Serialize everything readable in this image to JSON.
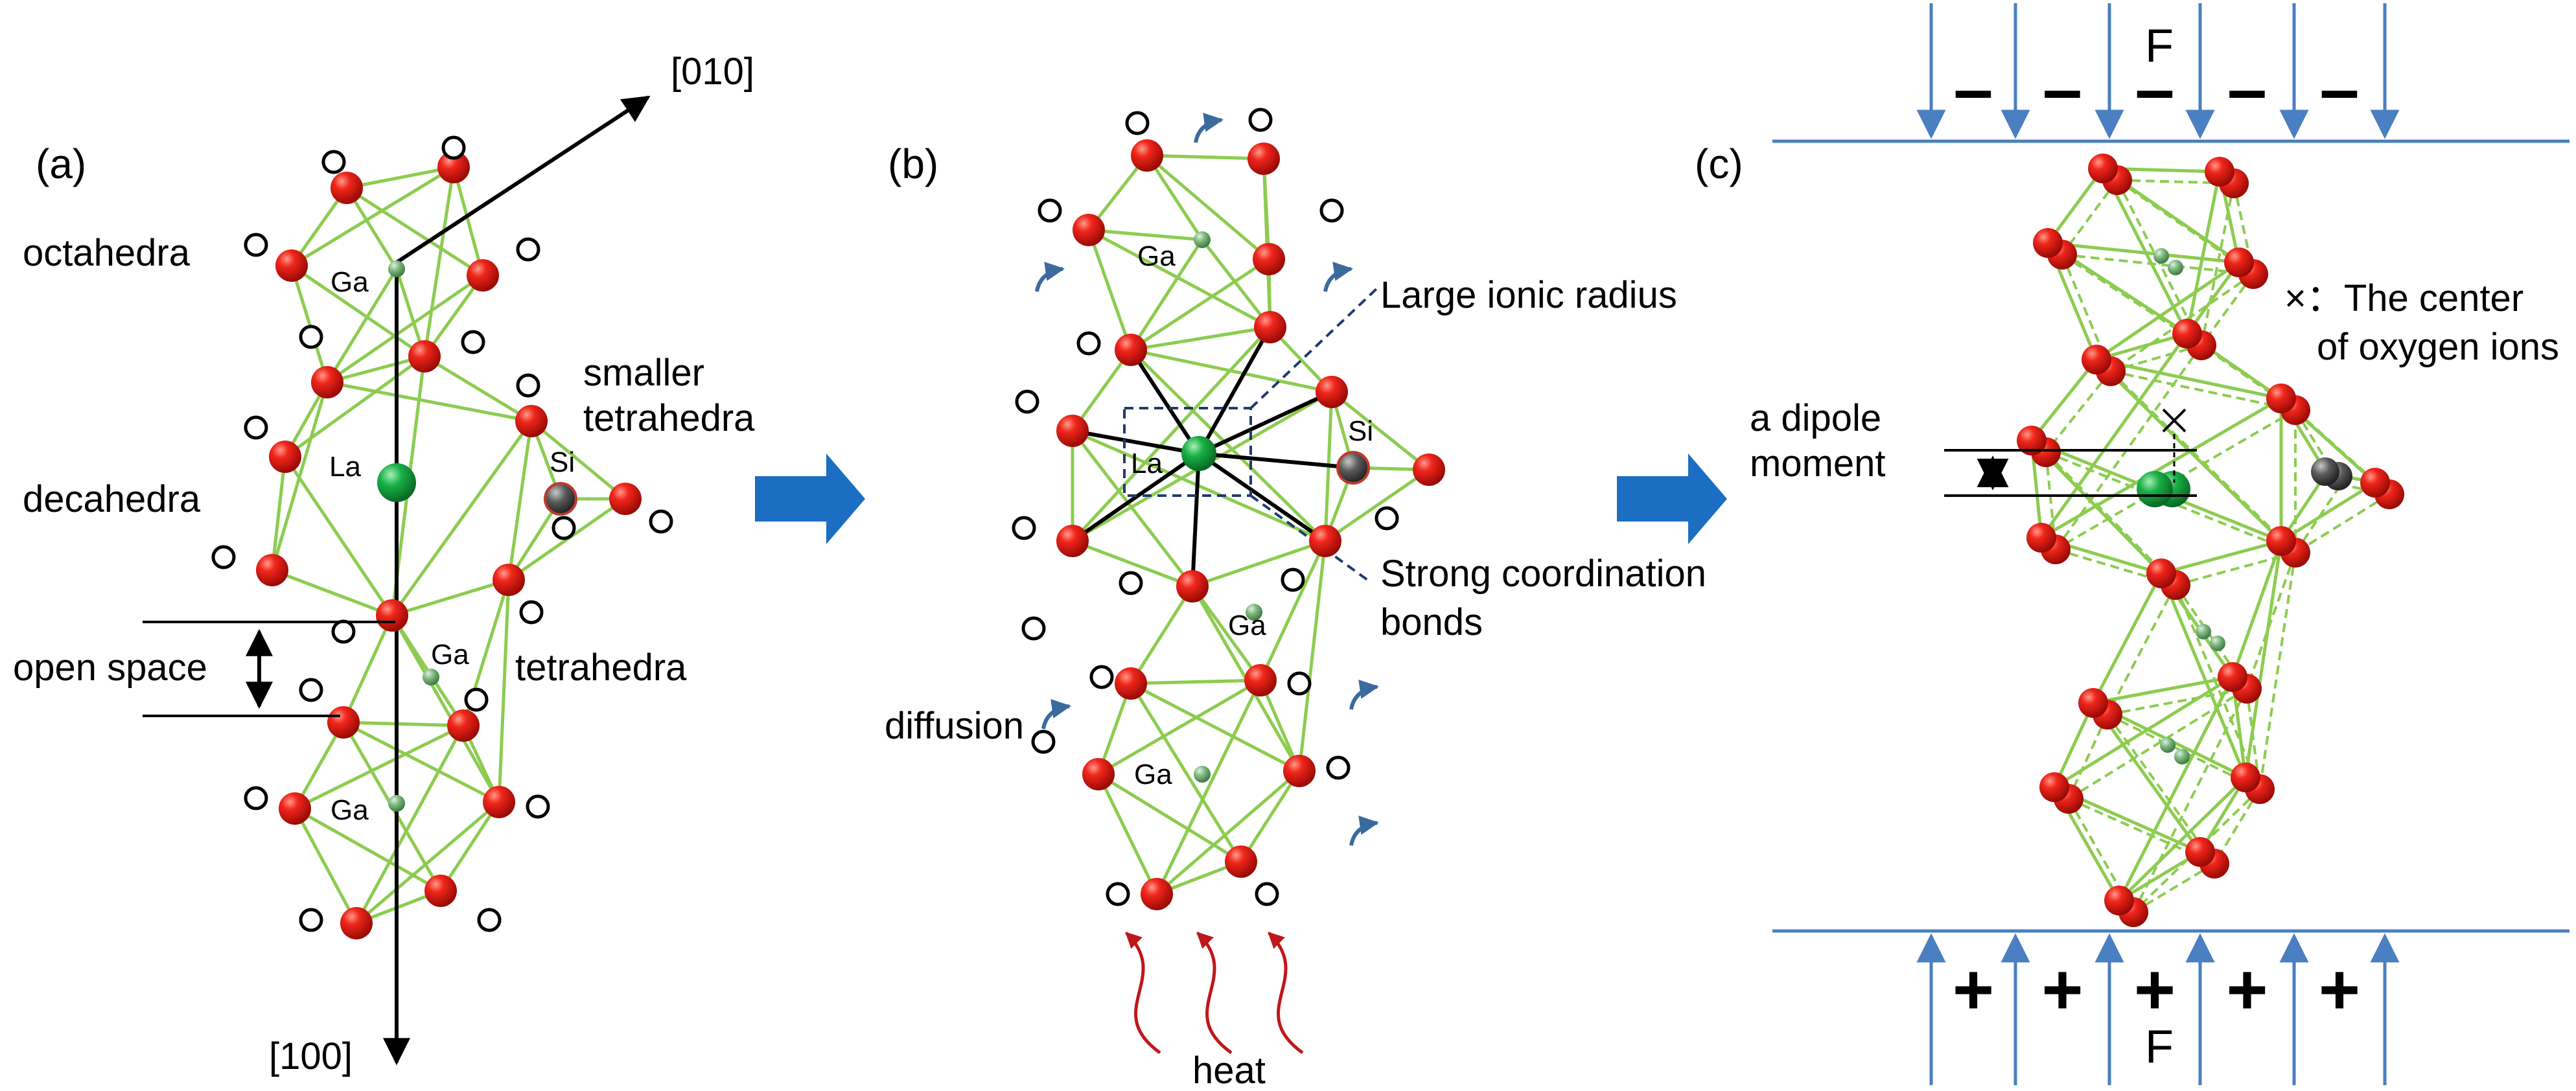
{
  "colors": {
    "bond": "#8ccc50",
    "oxygen_atom": "#ee1d16",
    "la_atom": "#13a53c",
    "ga_atom": "#6aa86a",
    "si_atom": "#555555",
    "plate": "#4a7fc1",
    "process_arrow": "#1b6ec2",
    "heat_arrow": "#c0171b",
    "diffusion_arrow": "#3b6a9e",
    "dashed_box": "#1f3a6e"
  },
  "panel_a": {
    "label": "(a)",
    "axis_010": "[010]",
    "axis_100": "[100]",
    "octahedra": "octahedra",
    "decahedra": "decahedra",
    "smaller": "smaller",
    "tetrahedra_small": "tetrahedra",
    "tetrahedra": "tetrahedra",
    "open_space": "open space",
    "ga_top": "Ga",
    "ga_mid": "Ga",
    "ga_bottom": "Ga",
    "la": "La",
    "si": "Si"
  },
  "panel_b": {
    "label": "(b)",
    "ga_top": "Ga",
    "ga_mid": "Ga",
    "ga_bottom": "Ga",
    "la": "La",
    "si": "Si",
    "large_ionic_radius": "Large ionic radius",
    "strong_coordination": "Strong coordination",
    "bonds": "bonds",
    "diffusion": "diffusion",
    "heat": "heat"
  },
  "panel_c": {
    "label": "(c)",
    "force_top": "F",
    "force_bottom": "F",
    "top_signs": [
      "–",
      "–",
      "–",
      "–",
      "–"
    ],
    "bottom_signs": [
      "+",
      "+",
      "+",
      "+",
      "+"
    ],
    "center_line1": "×：The center",
    "center_line2": "of oxygen ions",
    "dipole_line1": "a dipole",
    "dipole_line2": "moment"
  }
}
